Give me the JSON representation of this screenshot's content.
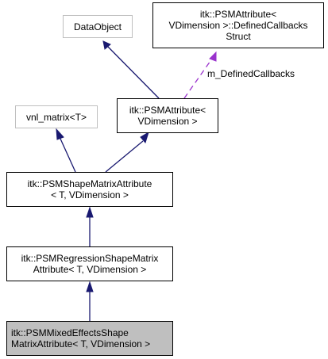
{
  "nodes": {
    "data_object": {
      "lines": [
        "DataObject"
      ]
    },
    "callbacks_struct": {
      "lines": [
        "itk::PSMAttribute<",
        "VDimension >::DefinedCallbacks",
        "Struct"
      ]
    },
    "vnl_matrix": {
      "lines": [
        "vnl_matrix<T>"
      ]
    },
    "psm_attribute": {
      "lines": [
        "itk::PSMAttribute<",
        "VDimension >"
      ]
    },
    "shape_matrix_attribute": {
      "lines": [
        "itk::PSMShapeMatrixAttribute",
        "< T, VDimension >"
      ]
    },
    "regression_attribute": {
      "lines": [
        "itk::PSMRegressionShapeMatrix",
        "Attribute< T, VDimension >"
      ]
    },
    "mixed_effects_attribute": {
      "lines": [
        "itk::PSMMixedEffectsShape",
        "MatrixAttribute< T, VDimension >"
      ]
    }
  },
  "edges": {
    "usage_label": "m_DefinedCallbacks"
  },
  "colors": {
    "inheritance_arrow": "#191970",
    "usage_arrow": "#9a32cd",
    "external_border": "#bfbfbf",
    "current_fill": "#bfbfbf"
  }
}
